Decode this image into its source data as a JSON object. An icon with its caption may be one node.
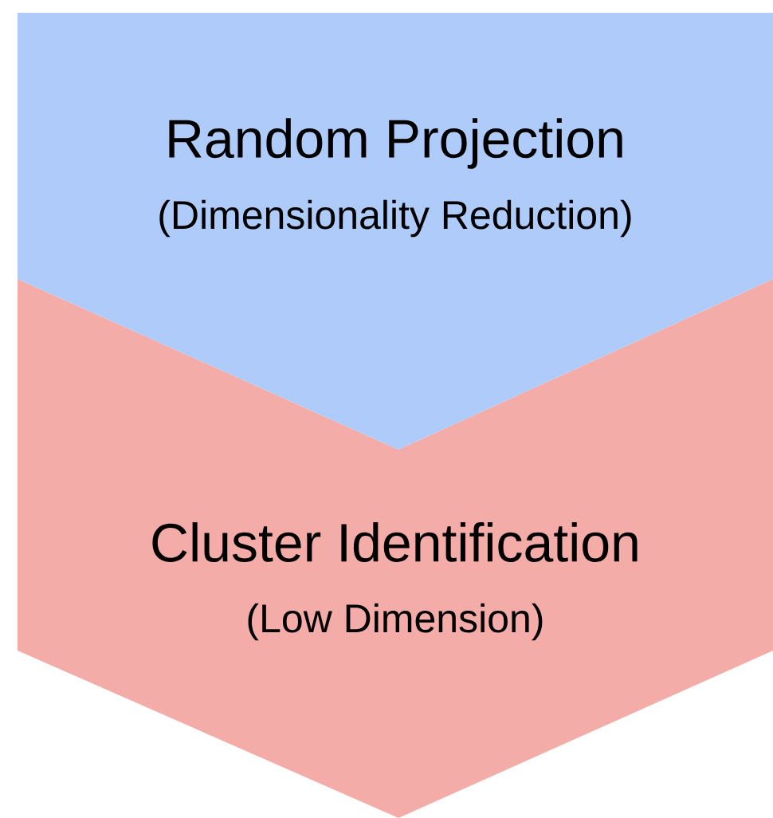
{
  "diagram": {
    "nodes": [
      {
        "text": [
          "Random Projection",
          "(Dimensionality Reduction)"
        ]
      },
      {
        "text": [
          "Cluster Identification",
          "(Low Dimension)"
        ]
      }
    ]
  }
}
